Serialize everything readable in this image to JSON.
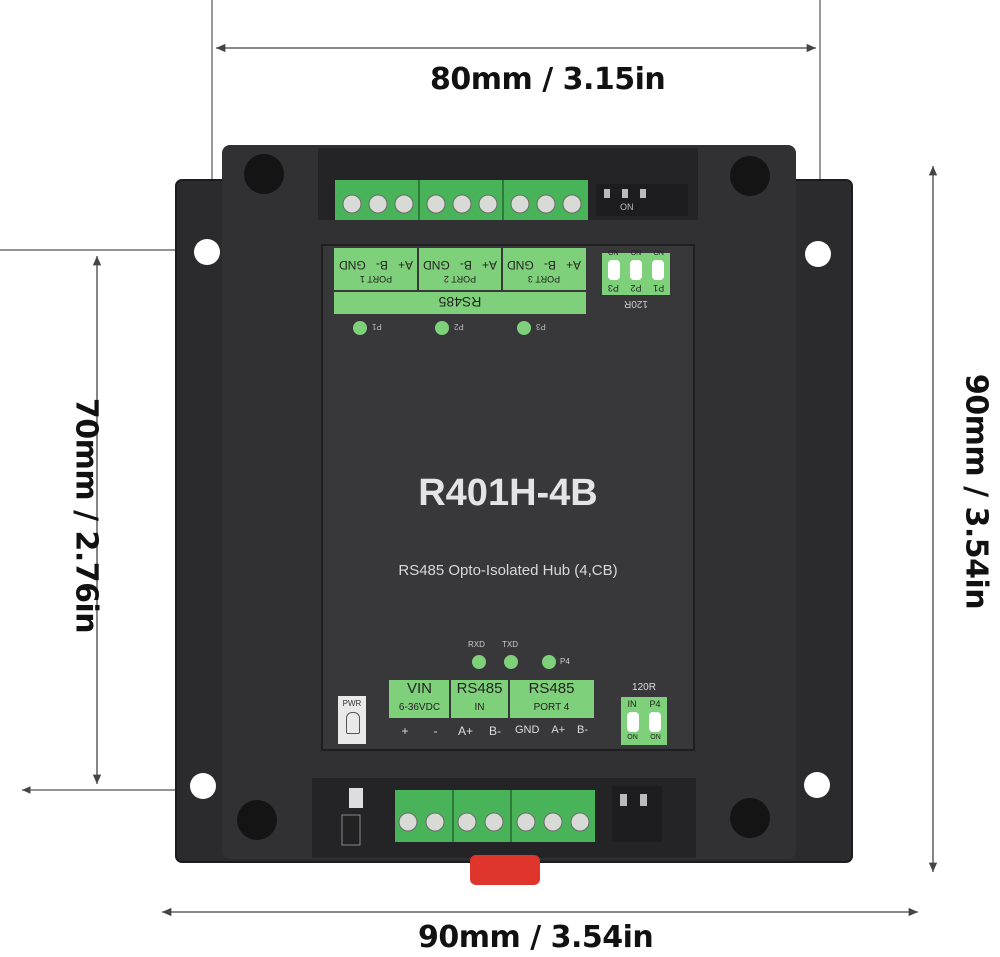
{
  "dimensions": {
    "top_width": "80mm / 3.15in",
    "left_height": "70mm / 2.76in",
    "right_height": "90mm / 3.54in",
    "bottom_width": "90mm / 3.54in"
  },
  "device": {
    "model": "R401H-4B",
    "description": "RS485 Opto-Isolated Hub (4,CB)",
    "bus_label": "RS485",
    "top_ports": [
      {
        "name": "PORT 1",
        "pins": [
          "GND",
          "B-",
          "A+"
        ],
        "led": "P1"
      },
      {
        "name": "PORT 2",
        "pins": [
          "GND",
          "B-",
          "A+"
        ],
        "led": "P2"
      },
      {
        "name": "PORT 3",
        "pins": [
          "GND",
          "B-",
          "A+"
        ],
        "led": "P3"
      }
    ],
    "top_dip": {
      "switches": [
        "P3",
        "P2",
        "P1"
      ],
      "on_label": "ON",
      "label": "120R"
    },
    "leds_bottom": [
      "RXD",
      "TXD",
      "P4"
    ],
    "power": {
      "label": "PWR"
    },
    "bottom_blocks": [
      {
        "header": "VIN",
        "sub": "6-36VDC",
        "pins": [
          "+",
          "-"
        ]
      },
      {
        "header": "RS485",
        "sub": "IN",
        "pins": [
          "A+",
          "B-"
        ]
      },
      {
        "header": "RS485",
        "sub": "PORT 4",
        "pins": [
          "GND",
          "A+",
          "B-"
        ]
      }
    ],
    "bottom_dip": {
      "label": "120R",
      "switches": [
        "IN",
        "P4"
      ],
      "on_label": "ON"
    }
  },
  "colors": {
    "enclosure": "#2d2d2f",
    "faceplate": "#363638",
    "label_green": "#7fd07a",
    "terminal_green": "#49b35a",
    "clip_red": "#e0352d"
  }
}
